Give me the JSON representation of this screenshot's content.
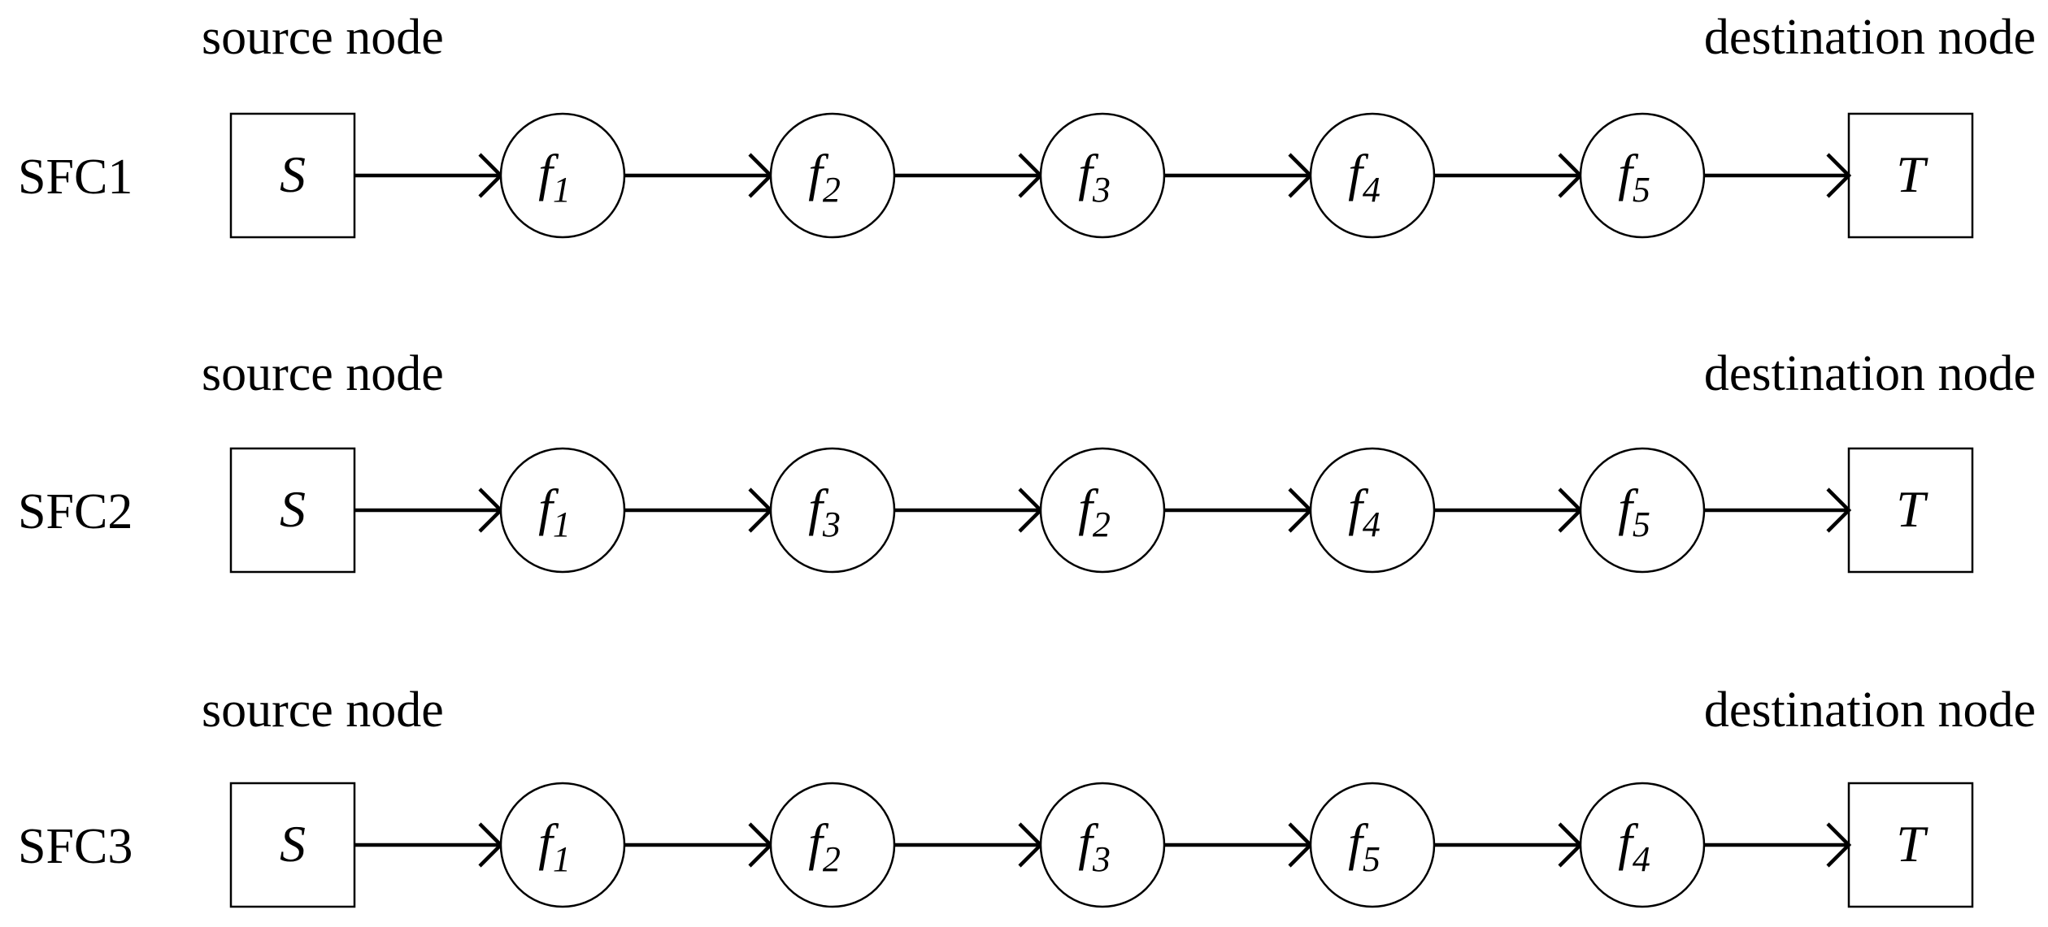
{
  "chains": [
    {
      "name": "SFC1",
      "source_label": "source node",
      "destination_label": "destination node",
      "source": "S",
      "destination": "T",
      "functions": [
        {
          "base": "f",
          "sub": "1"
        },
        {
          "base": "f",
          "sub": "2"
        },
        {
          "base": "f",
          "sub": "3"
        },
        {
          "base": "f",
          "sub": "4"
        },
        {
          "base": "f",
          "sub": "5"
        }
      ]
    },
    {
      "name": "SFC2",
      "source_label": "source node",
      "destination_label": "destination node",
      "source": "S",
      "destination": "T",
      "functions": [
        {
          "base": "f",
          "sub": "1"
        },
        {
          "base": "f",
          "sub": "3"
        },
        {
          "base": "f",
          "sub": "2"
        },
        {
          "base": "f",
          "sub": "4"
        },
        {
          "base": "f",
          "sub": "5"
        }
      ]
    },
    {
      "name": "SFC3",
      "source_label": "source node",
      "destination_label": "destination node",
      "source": "S",
      "destination": "T",
      "functions": [
        {
          "base": "f",
          "sub": "1"
        },
        {
          "base": "f",
          "sub": "2"
        },
        {
          "base": "f",
          "sub": "3"
        },
        {
          "base": "f",
          "sub": "5"
        },
        {
          "base": "f",
          "sub": "4"
        }
      ]
    }
  ]
}
